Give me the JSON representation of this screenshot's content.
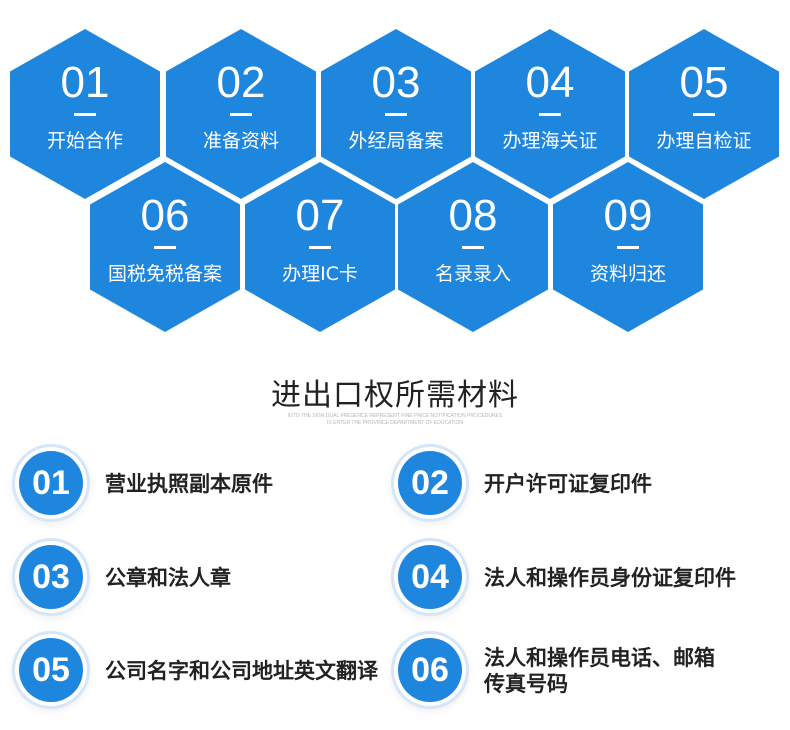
{
  "steps": [
    {
      "num": "01",
      "label": "开始合作"
    },
    {
      "num": "02",
      "label": "准备资料"
    },
    {
      "num": "03",
      "label": "外经局备案"
    },
    {
      "num": "04",
      "label": "办理海关证"
    },
    {
      "num": "05",
      "label": "办理自检证"
    },
    {
      "num": "06",
      "label": "国税免税备案"
    },
    {
      "num": "07",
      "label": "办理IC卡"
    },
    {
      "num": "08",
      "label": "名录录入"
    },
    {
      "num": "09",
      "label": "资料归还"
    }
  ],
  "materials_title": "进出口权所需材料",
  "subtitle_lines": [
    "INTO THE SIGN DUAL PRESENCE REPRESENT FINE PRICE NOTIFICATION PROCEDURES",
    "IS ENTER THE PROVINCE DEPARTMENT OF EDUCATION"
  ],
  "materials": [
    {
      "num": "01",
      "text": "营业执照副本原件"
    },
    {
      "num": "02",
      "text": "开户许可证复印件"
    },
    {
      "num": "03",
      "text": "公章和法人章"
    },
    {
      "num": "04",
      "text": "法人和操作员身份证复印件"
    },
    {
      "num": "05",
      "text": "公司名字和公司地址英文翻译"
    },
    {
      "num": "06",
      "text": "法人和操作员电话、邮箱\n传真号码"
    }
  ],
  "colors": {
    "accent": "#1f86de",
    "text": "#222222",
    "ring": "#d4e6f7"
  }
}
